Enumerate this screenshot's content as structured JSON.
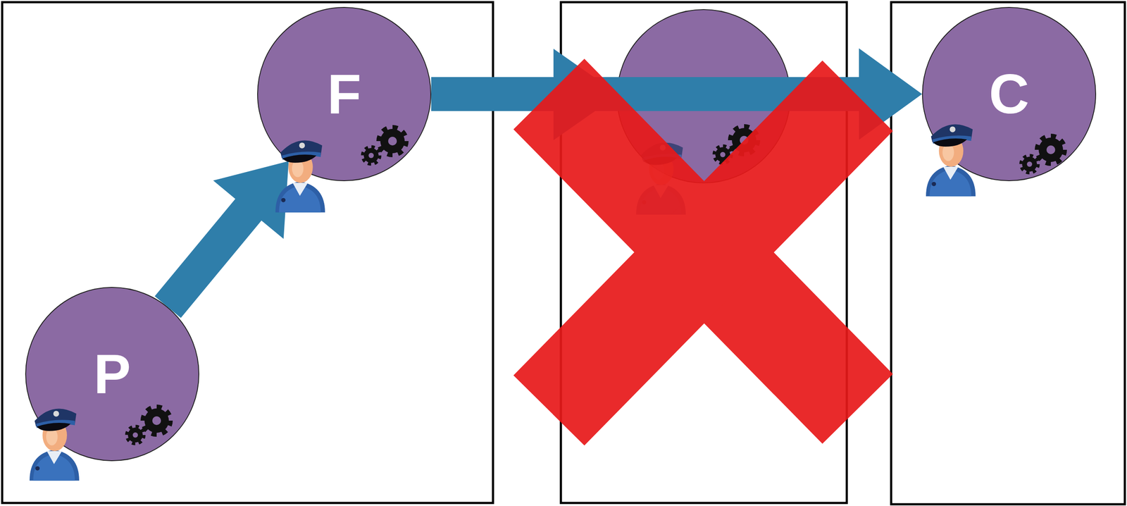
{
  "diagram": {
    "nodes": [
      {
        "text": [
          "P"
        ]
      },
      {
        "text": [
          "F"
        ]
      },
      {
        "text": [
          "C"
        ]
      }
    ],
    "edges": [
      {
        "from": 0,
        "to": 1,
        "arrow": "to"
      },
      {
        "from": 1,
        "to": 2,
        "arrow": "to"
      }
    ]
  }
}
